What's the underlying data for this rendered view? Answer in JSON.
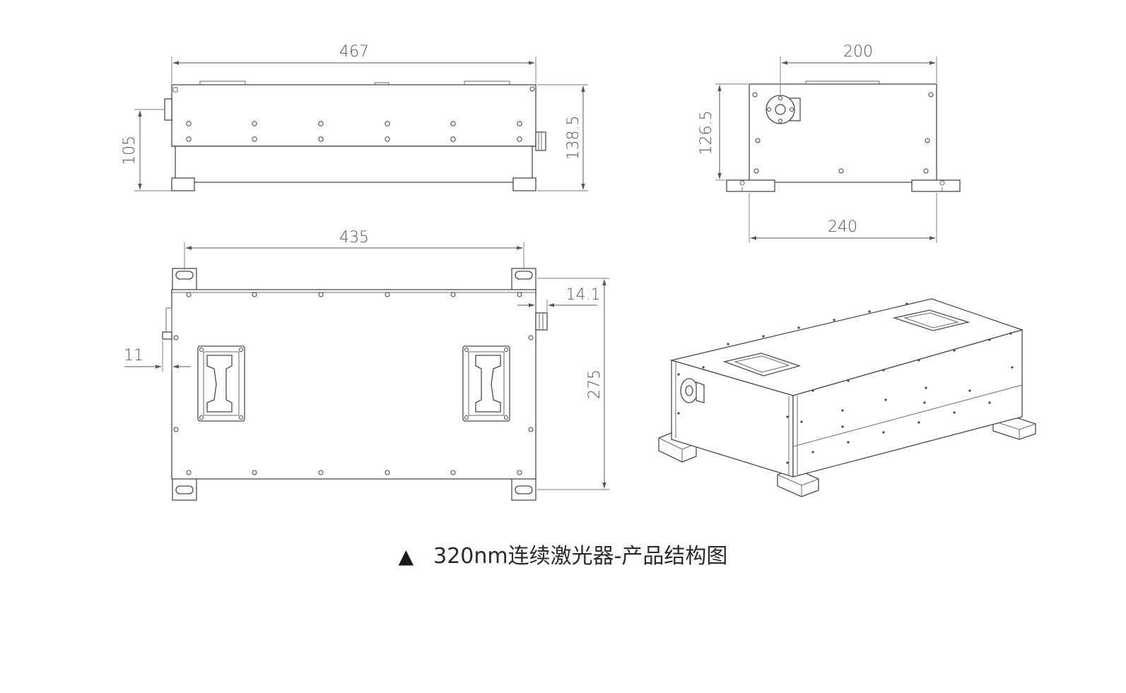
{
  "dimensions": {
    "front_width": "467",
    "front_total_height": "138.5",
    "front_body_height": "105",
    "side_top_width": "200",
    "side_height": "126.5",
    "side_base_width": "240",
    "top_slot_spacing": "435",
    "top_connector_offset": "14.1",
    "top_left_offset": "11",
    "top_depth": "275"
  },
  "caption": {
    "marker": "▲",
    "text": "320nm连续激光器-产品结构图"
  }
}
